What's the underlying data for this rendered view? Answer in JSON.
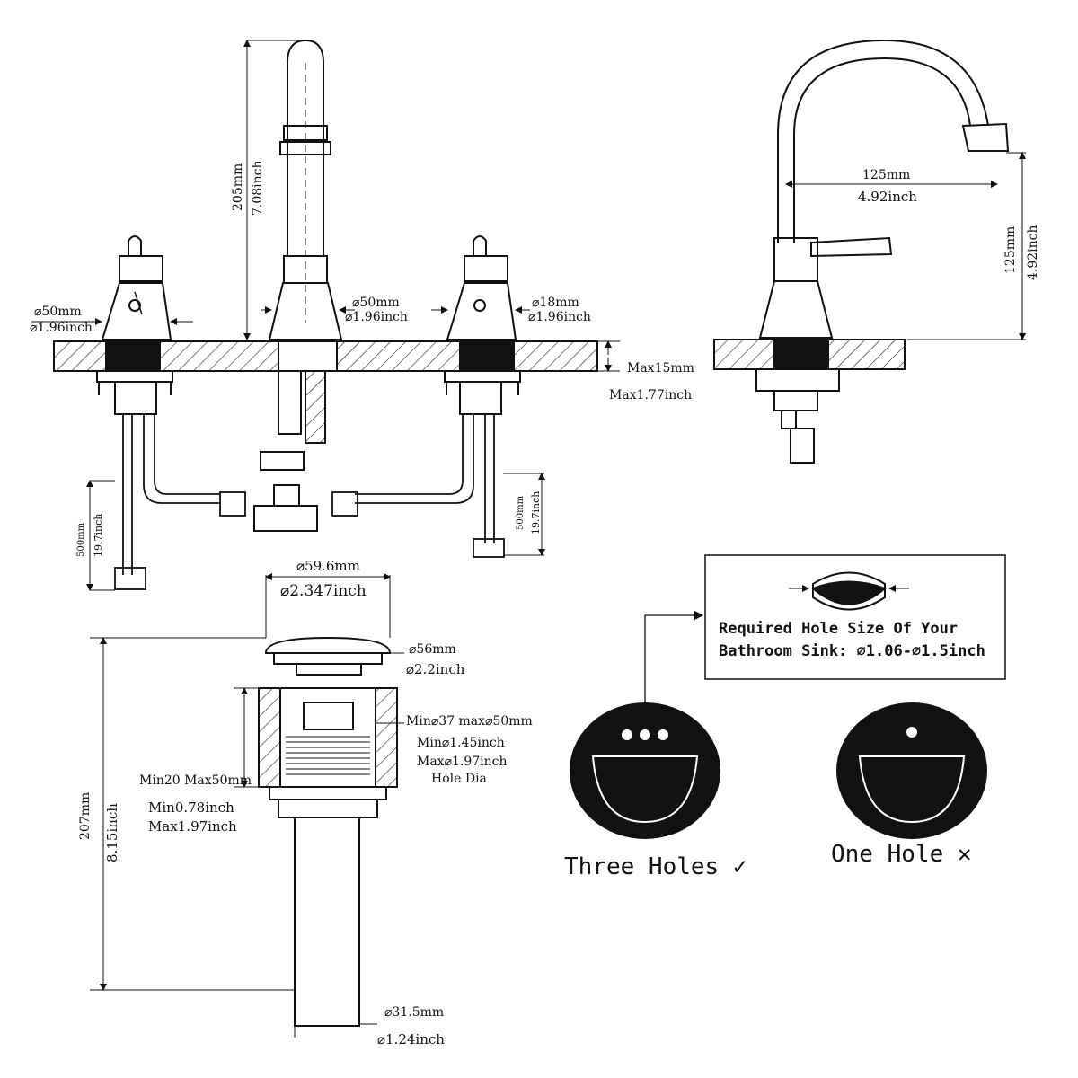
{
  "colors": {
    "line": "#111111",
    "hatch": "#333333",
    "background": "#ffffff"
  },
  "spout_height": {
    "mm": "205mm",
    "inch": "7.08inch"
  },
  "left_handle_base": {
    "mm": "⌀50mm",
    "inch": "⌀1.96inch"
  },
  "spout_base": {
    "mm": "⌀50mm",
    "inch": "⌀1.96inch"
  },
  "right_handle": {
    "mm": "⌀18mm",
    "inch": "⌀1.96inch"
  },
  "deck_thickness": {
    "mm": "Max15mm",
    "inch": "Max1.77inch"
  },
  "hose_length_left": {
    "mm": "500mm",
    "inch": "19.7inch"
  },
  "hose_length_right": {
    "mm": "500mm",
    "inch": "19.7inch"
  },
  "side_view": {
    "reach_mm": "125mm",
    "reach_inch": "4.92inch",
    "height_mm": "125mm",
    "height_inch": "4.92inch"
  },
  "drain": {
    "cap_mm": "⌀59.6mm",
    "cap_inch": "⌀2.347inch",
    "flange_mm": "⌀56mm",
    "flange_inch": "⌀2.2inch",
    "hole_range_mm": "Min⌀37 max⌀50mm",
    "hole_min_inch": "Min⌀1.45inch",
    "hole_max_inch": "Max⌀1.97inch",
    "hole_dia": "Hole Dia",
    "thickness_mm": "Min20 Max50mm",
    "thickness_min_inch": "Min0.78inch",
    "thickness_max_inch": "Max1.97inch",
    "length_mm": "207mm",
    "length_inch": "8.15inch",
    "pipe_mm": "⌀31.5mm",
    "pipe_inch": "⌀1.24inch"
  },
  "hole_note": {
    "line1": "Required Hole Size Of Your",
    "line2": "Bathroom Sink: ⌀1.06-⌀1.5inch"
  },
  "options": {
    "three": "Three Holes ✓",
    "one": "One Hole ✕"
  }
}
